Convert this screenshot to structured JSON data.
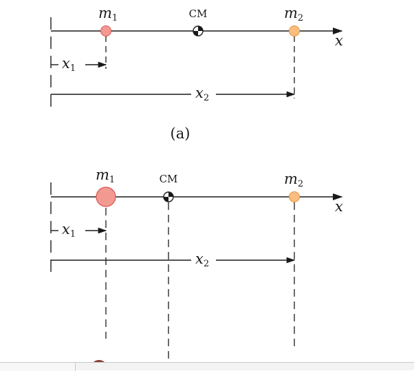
{
  "panel_a": {
    "m1": "m",
    "m1_sub": "1",
    "cm": "CM",
    "m2": "m",
    "m2_sub": "2",
    "axis": "x",
    "x1": "x",
    "x1_sub": "1",
    "x2": "x",
    "x2_sub": "2",
    "caption": "(a)"
  },
  "panel_b": {
    "m1": "m",
    "m1_sub": "1",
    "cm": "CM",
    "m2": "m",
    "m2_sub": "2",
    "axis": "x",
    "x1": "x",
    "x1_sub": "1",
    "x2": "x",
    "x2_sub": "2"
  },
  "colors": {
    "line": "#1a1a1a",
    "m1_fill": "#f29a92",
    "m1_stroke": "#d9534f",
    "m2_fill": "#f8bd7f",
    "m2_stroke": "#e8943a",
    "m1_dark": "#8a3a36",
    "m2_dark": "#a03a3a"
  }
}
